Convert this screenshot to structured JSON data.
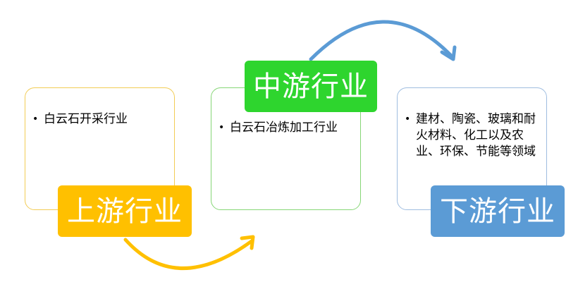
{
  "stages": {
    "upstream": {
      "label": "上游行业",
      "items": [
        "白云石开采行业"
      ],
      "color": "#ffc000"
    },
    "midstream": {
      "label": "中游行业",
      "items": [
        "白云石冶炼加工行业"
      ],
      "color": "#2ed52e"
    },
    "downstream": {
      "label": "下游行业",
      "items": [
        "建材、陶瓷、玻璃和耐火材料、化工以及农业、环保、节能等领域"
      ],
      "color": "#5b9bd5"
    }
  },
  "arrow_colors": {
    "up_to_mid": "#ffc000",
    "mid_to_down": "#5b9bd5"
  }
}
